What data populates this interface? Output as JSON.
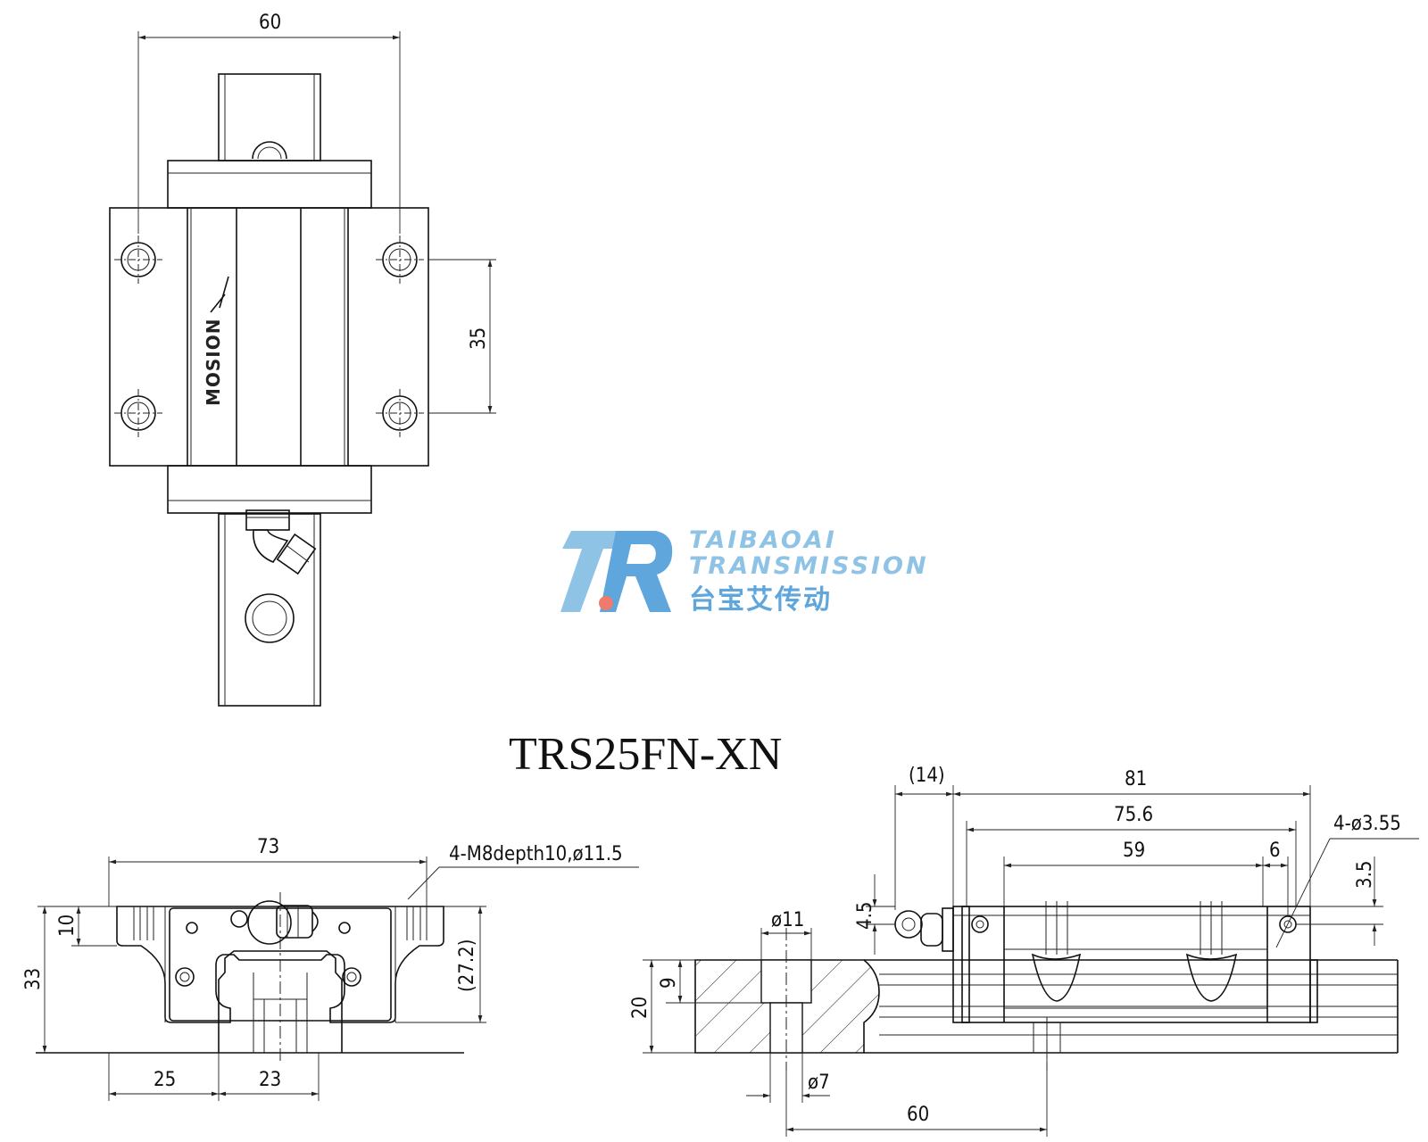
{
  "title": "TRS25FN-XN",
  "brand_mark": "MOSION",
  "watermark": {
    "line1": "TAIBAOAI",
    "line2": "TRANSMISSION",
    "line3": "台宝艾传动",
    "colors": {
      "light_blue": "#8fc3e6",
      "mid_blue": "#5fa6dc",
      "dot_red": "#f07a6e"
    }
  },
  "top_view": {
    "width_dim": "60",
    "hole_spacing_dim": "35"
  },
  "front_view": {
    "width_dim": "73",
    "height_dim": "33",
    "flange_dim": "10",
    "body_dim": "(27.2)",
    "left_dim": "25",
    "rail_dim": "23",
    "thread_note": "4-M8depth10,ø11.5"
  },
  "side_view": {
    "nipple_dim": "(14)",
    "length_dim": "81",
    "body_length_dim": "75.6",
    "hole_spacing_dim": "59",
    "end_dim": "6",
    "hole_note": "4-ø3.55",
    "offset_dim": "3.5",
    "nipple_height_dim": "4.5",
    "cbore_dim": "ø11",
    "cbore_depth_dim": "9",
    "rail_height_dim": "20",
    "hole_dim": "ø7",
    "pitch_dim": "60"
  }
}
